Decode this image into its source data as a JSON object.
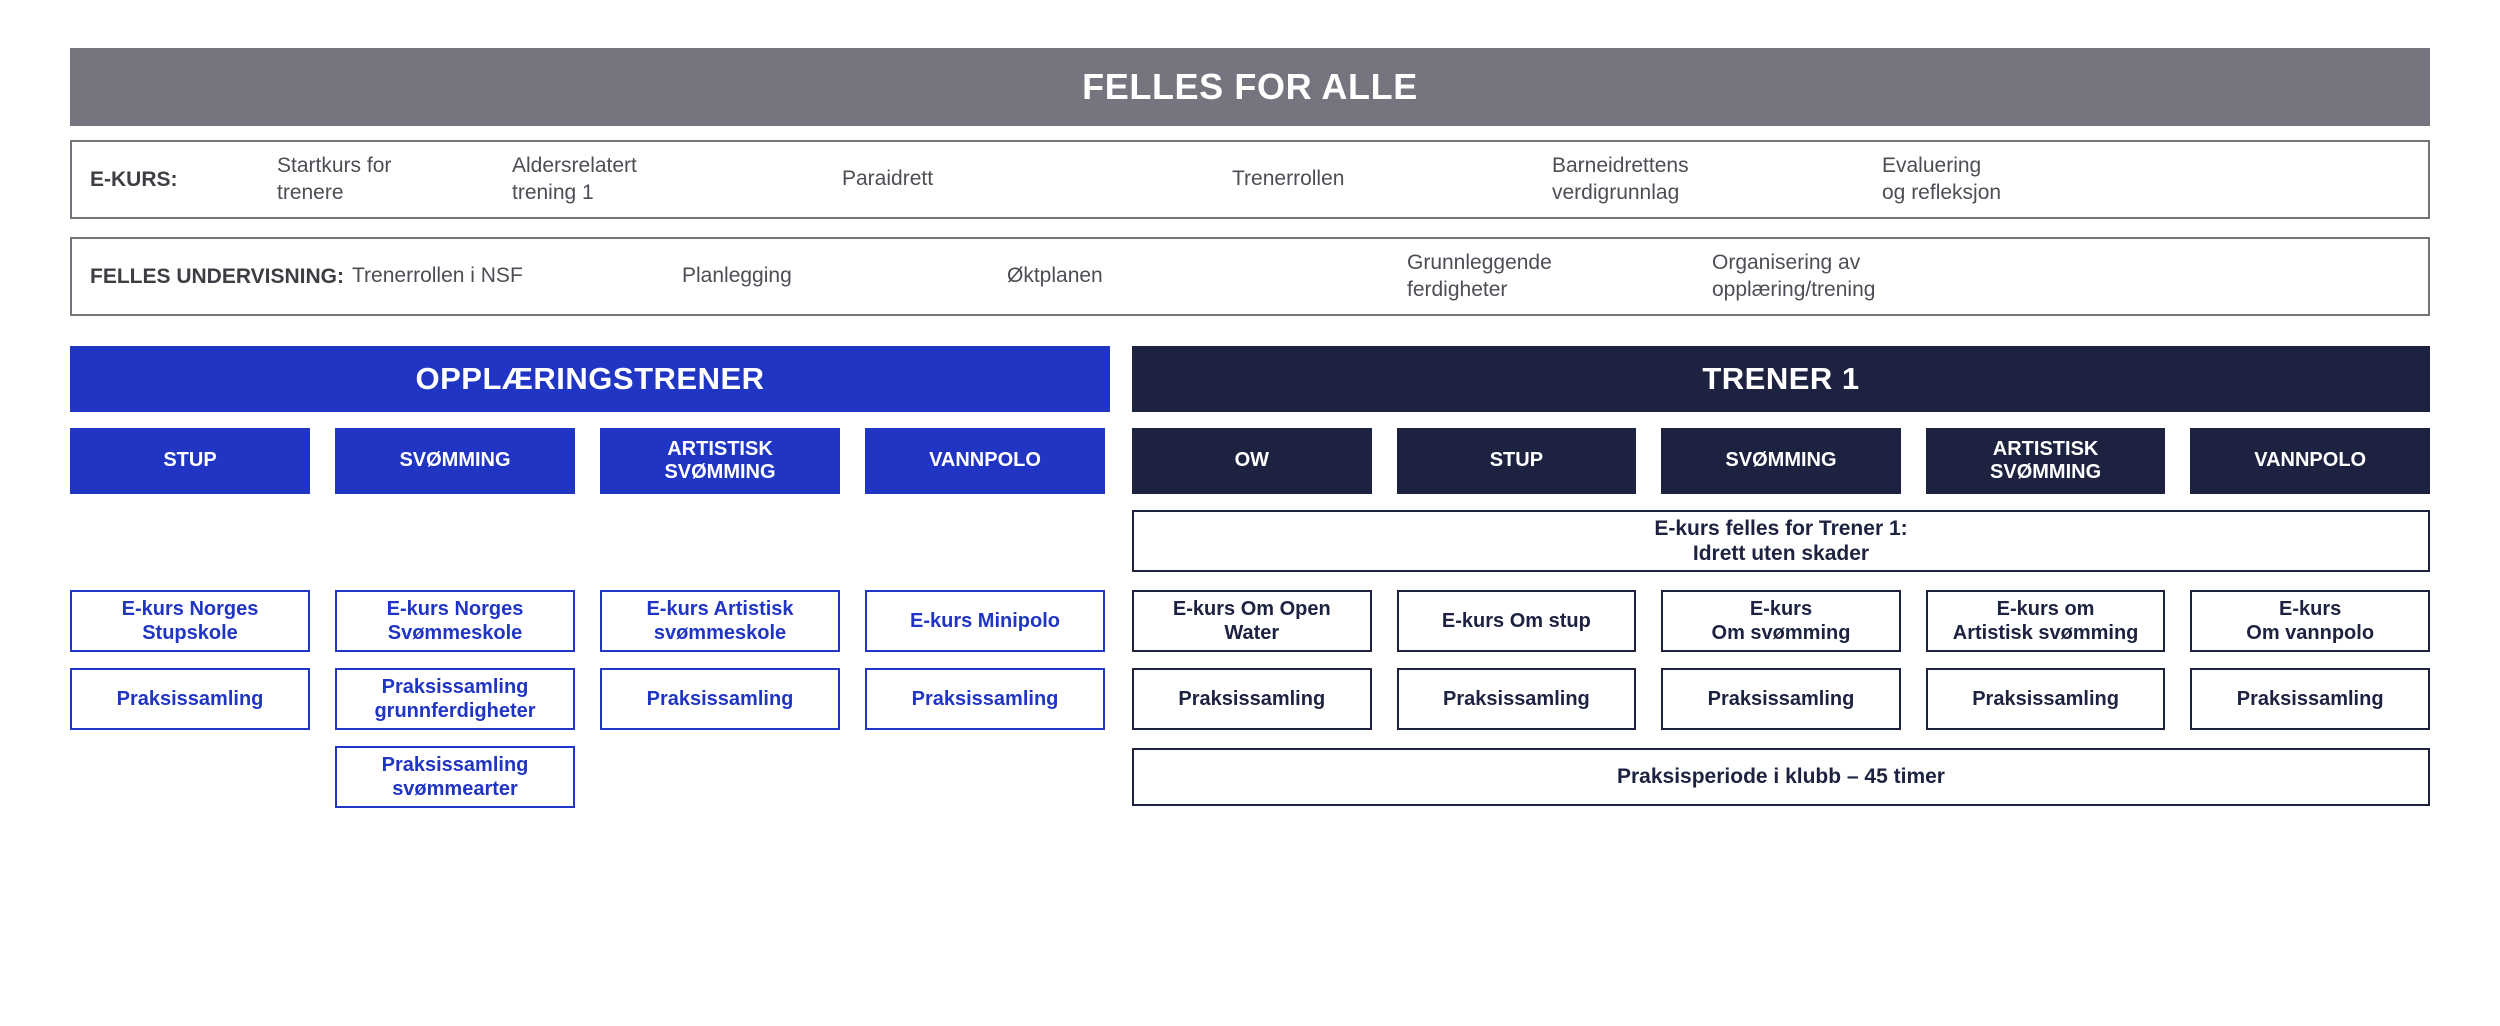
{
  "common": {
    "banner_title": "FELLES FOR ALLE",
    "ekurs": {
      "label": "E-KURS:",
      "items": [
        "Startkurs for\ntrenere",
        "Aldersrelatert\ntrening 1",
        "Paraidrett",
        "Trenerrollen",
        "Barneidrettens\nverdigrunnlag",
        "Evaluering\nog refleksjon"
      ]
    },
    "felles_undervisning": {
      "label": "FELLES UNDERVISNING:",
      "items": [
        "Trenerrollen i NSF",
        "Planlegging",
        "Øktplanen",
        "Grunnleggende\nferdigheter",
        "Organisering av\nopplæring/trening"
      ]
    }
  },
  "tracks": [
    {
      "id": "opplaeringstrener",
      "header": "OPPLÆRINGSTRENER",
      "accent": "#2035c4",
      "disciplines": [
        "STUP",
        "SVØMMING",
        "ARTISTISK\nSVØMMING",
        "VANNPOLO"
      ],
      "ekurs": [
        "E-kurs Norges\nStupskole",
        "E-kurs Norges\nSvømmeskole",
        "E-kurs Artistisk\nsvømmeskole",
        "E-kurs Minipolo"
      ],
      "praksis": [
        "Praksissamling",
        "Praksissamling\ngrunnferdigheter",
        "Praksissamling",
        "Praksissamling"
      ],
      "praksis_extra": "Praksissamling\nsvømmearter"
    },
    {
      "id": "trener-1",
      "header": "TRENER 1",
      "accent": "#1d2240",
      "disciplines": [
        "OW",
        "STUP",
        "SVØMMING",
        "ARTISTISK\nSVØMMING",
        "VANNPOLO"
      ],
      "common_ekurs_banner": "E-kurs felles for Trener 1:\nIdrett uten skader",
      "ekurs": [
        "E-kurs Om Open\nWater",
        "E-kurs Om stup",
        "E-kurs\nOm svømming",
        "E-kurs om\nArtistisk svømming",
        "E-kurs\nOm vannpolo"
      ],
      "praksis": [
        "Praksissamling",
        "Praksissamling",
        "Praksissamling",
        "Praksissamling",
        "Praksissamling"
      ],
      "footer_banner": "Praksisperiode i klubb – 45 timer"
    }
  ],
  "colors": {
    "banner_gray": "#77747f",
    "blue": "#2035c4",
    "navy": "#1d2240",
    "border_gray": "#76737d",
    "text_gray": "#4d4d55"
  }
}
